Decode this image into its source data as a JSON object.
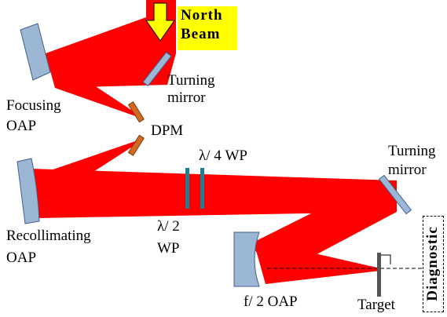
{
  "labels": {
    "north_line1": "North",
    "north_line2": "Beam",
    "turning_mirror_1_line1": "Turning",
    "turning_mirror_1_line2": "mirror",
    "focusing_oap_line1": "Focusing",
    "focusing_oap_line2": "OAP",
    "dpm": "DPM",
    "quarter_wp": "λ/ 4 WP",
    "turning_mirror_2_line1": "Turning",
    "turning_mirror_2_line2": "mirror",
    "recollimating_line1": "Recollimating",
    "recollimating_line2": "OAP",
    "half_wp_line1": "λ/ 2",
    "half_wp_line2": "WP",
    "f2_oap": "f/ 2 OAP",
    "target": "Target",
    "diagnostic": "Diagnostic"
  },
  "colors": {
    "beam": "#ff0000",
    "mirror": "#9bb7d4",
    "mirror_stroke": "#3f5f8f",
    "dpm": "#d2691e",
    "waveplate": "#1f7f8f",
    "arrow": "#ffff00",
    "label_box": "#ffff00"
  }
}
